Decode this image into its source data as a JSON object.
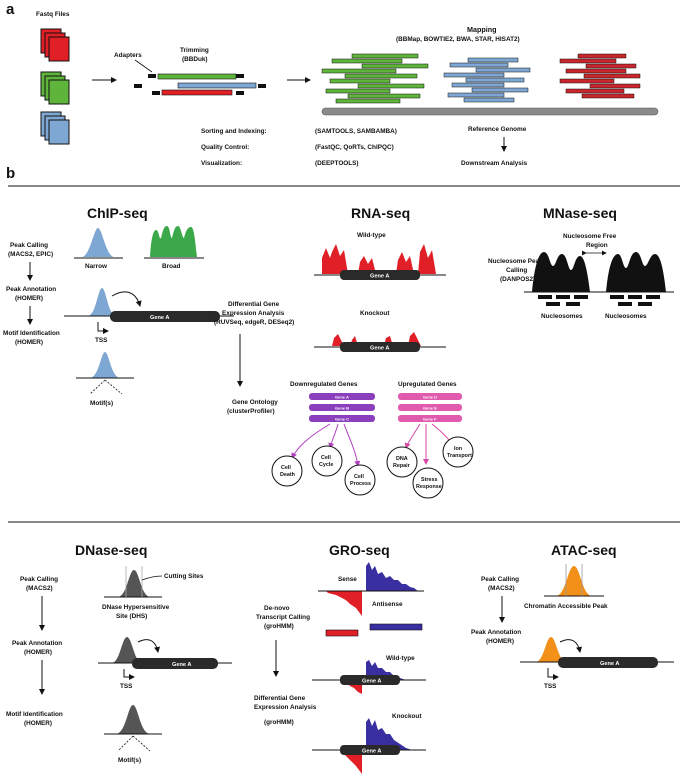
{
  "panel_a": {
    "label": "a",
    "fastq": "Fastq Files",
    "adapters": "Adapters",
    "trimming": "Trimming",
    "bbduk": "(BBDuk)",
    "mapping": "Mapping",
    "mapping_tools": "(BBMap, BOWTIE2, BWA, STAR, HISAT2)",
    "reference_genome": "Reference Genome",
    "downstream": "Downstream Analysis",
    "tools": [
      {
        "label": "Sorting and Indexing:",
        "value": "(SAMTOOLS, SAMBAMBA)"
      },
      {
        "label": "Quality Control:",
        "value": "(FastQC, QoRTs, ChIPQC)"
      },
      {
        "label": "Visualization:",
        "value": "(DEEPTOOLS)"
      }
    ],
    "colors": {
      "red": "#e11f26",
      "green": "#5fb53c",
      "blue": "#7fa7d3"
    }
  },
  "panel_b": {
    "label": "b",
    "chip": {
      "title": "ChIP-seq",
      "peak_calling": "Peak Calling",
      "peak_calling_tools": "(MACS2, EPIC)",
      "narrow": "Narrow",
      "broad": "Broad",
      "peak_annotation": "Peak Annotation",
      "homer": "(HOMER)",
      "motif_identification": "Motif Identification",
      "gene": "Gene A",
      "tss": "TSS",
      "motif": "Motif(s)"
    },
    "rna": {
      "title": "RNA-seq",
      "wild_type": "Wild-type",
      "knockout": "Knockout",
      "gene": "Gene A",
      "dge_line1": "Differential Gene",
      "dge_line2": "Expression Analysis",
      "dge_tools": "(RUVSeq, edgeR, DESeq2)",
      "go_line1": "Gene Ontology",
      "go_tools": "(clusterProfiler)",
      "down_title": "Downregulated Genes",
      "up_title": "Upregulated Genes",
      "down_genes": [
        "Gene A",
        "Gene B",
        "Gene C"
      ],
      "up_genes": [
        "Gene D",
        "Gene E",
        "Gene F"
      ],
      "down_terms": [
        [
          "Cell",
          "Death"
        ],
        [
          "Cell",
          "Cycle"
        ],
        [
          "Cell",
          "Process"
        ]
      ],
      "up_terms": [
        [
          "DNA",
          "Repair"
        ],
        [
          "Stress",
          "Response"
        ],
        [
          "Ion",
          "Transport"
        ]
      ],
      "colors": {
        "down": "#8b3fbd",
        "up": "#e05aae"
      }
    },
    "mnase": {
      "title": "MNase-seq",
      "free_region_1": "Nucleosome Free",
      "free_region_2": "Region",
      "peak_1": "Nucleosome Peak",
      "peak_2": "Calling",
      "peak_3": "(DANPOS2)",
      "nucleosomes_1": "Nucleosomes",
      "nucleosomes_2": "Nucleosomes"
    },
    "dnase": {
      "title": "DNase-seq",
      "peak_calling": "Peak Calling",
      "macs2": "(MACS2)",
      "cutting_sites": "Cutting Sites",
      "dhs_1": "DNase Hypersensitive",
      "dhs_2": "Site (DHS)",
      "peak_annotation": "Peak Annotation",
      "homer": "(HOMER)",
      "motif_1": "Motif Identification",
      "motif_2": "(HOMER)",
      "gene": "Gene A",
      "tss": "TSS",
      "motif": "Motif(s)"
    },
    "gro": {
      "title": "GRO-seq",
      "sense": "Sense",
      "antisense": "Antisense",
      "denovo_1": "De-novo",
      "denovo_2": "Transcript Calling",
      "denovo_3": "(groHMM)",
      "wild_type": "Wild-type",
      "knockout": "Knockout",
      "dge_1": "Differential Gene",
      "dge_2": "Expression Analysis",
      "dge_3": "(groHMM)",
      "gene": "Gene A",
      "colors": {
        "sense": "#3a2fa0",
        "antisense": "#e11f26"
      }
    },
    "atac": {
      "title": "ATAC-seq",
      "peak_calling": "Peak Calling",
      "macs2": "(MACS2)",
      "accessible": "Chromatin Accessible Peak",
      "peak_annotation": "Peak Annotation",
      "homer": "(HOMER)",
      "gene": "Gene A",
      "tss": "TSS",
      "color": "#f39019"
    }
  }
}
